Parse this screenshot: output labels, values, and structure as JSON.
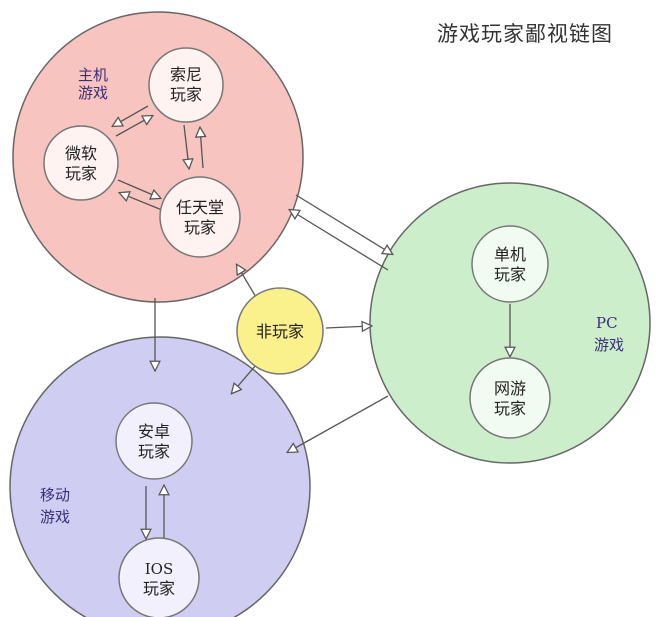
{
  "title": "游戏玩家鄙视链图",
  "groups": {
    "console": {
      "line1": "主机",
      "line2": "游戏",
      "fill": "#f7c4c0"
    },
    "pc": {
      "line1": "PC",
      "line2": "游戏",
      "fill": "#cdeecb"
    },
    "mobile": {
      "line1": "移动",
      "line2": "游戏",
      "fill": "#cfcdf2"
    }
  },
  "nodes": {
    "sony": {
      "line1": "索尼",
      "line2": "玩家"
    },
    "microsoft": {
      "line1": "微软",
      "line2": "玩家"
    },
    "nintendo": {
      "line1": "任天堂",
      "line2": "玩家"
    },
    "standalone": {
      "line1": "单机",
      "line2": "玩家"
    },
    "online": {
      "line1": "网游",
      "line2": "玩家"
    },
    "android": {
      "line1": "安卓",
      "line2": "玩家"
    },
    "ios": {
      "line1": "IOS",
      "line2": "玩家"
    },
    "nongamer": {
      "line1": "非玩家",
      "fill": "#faf08c"
    }
  }
}
